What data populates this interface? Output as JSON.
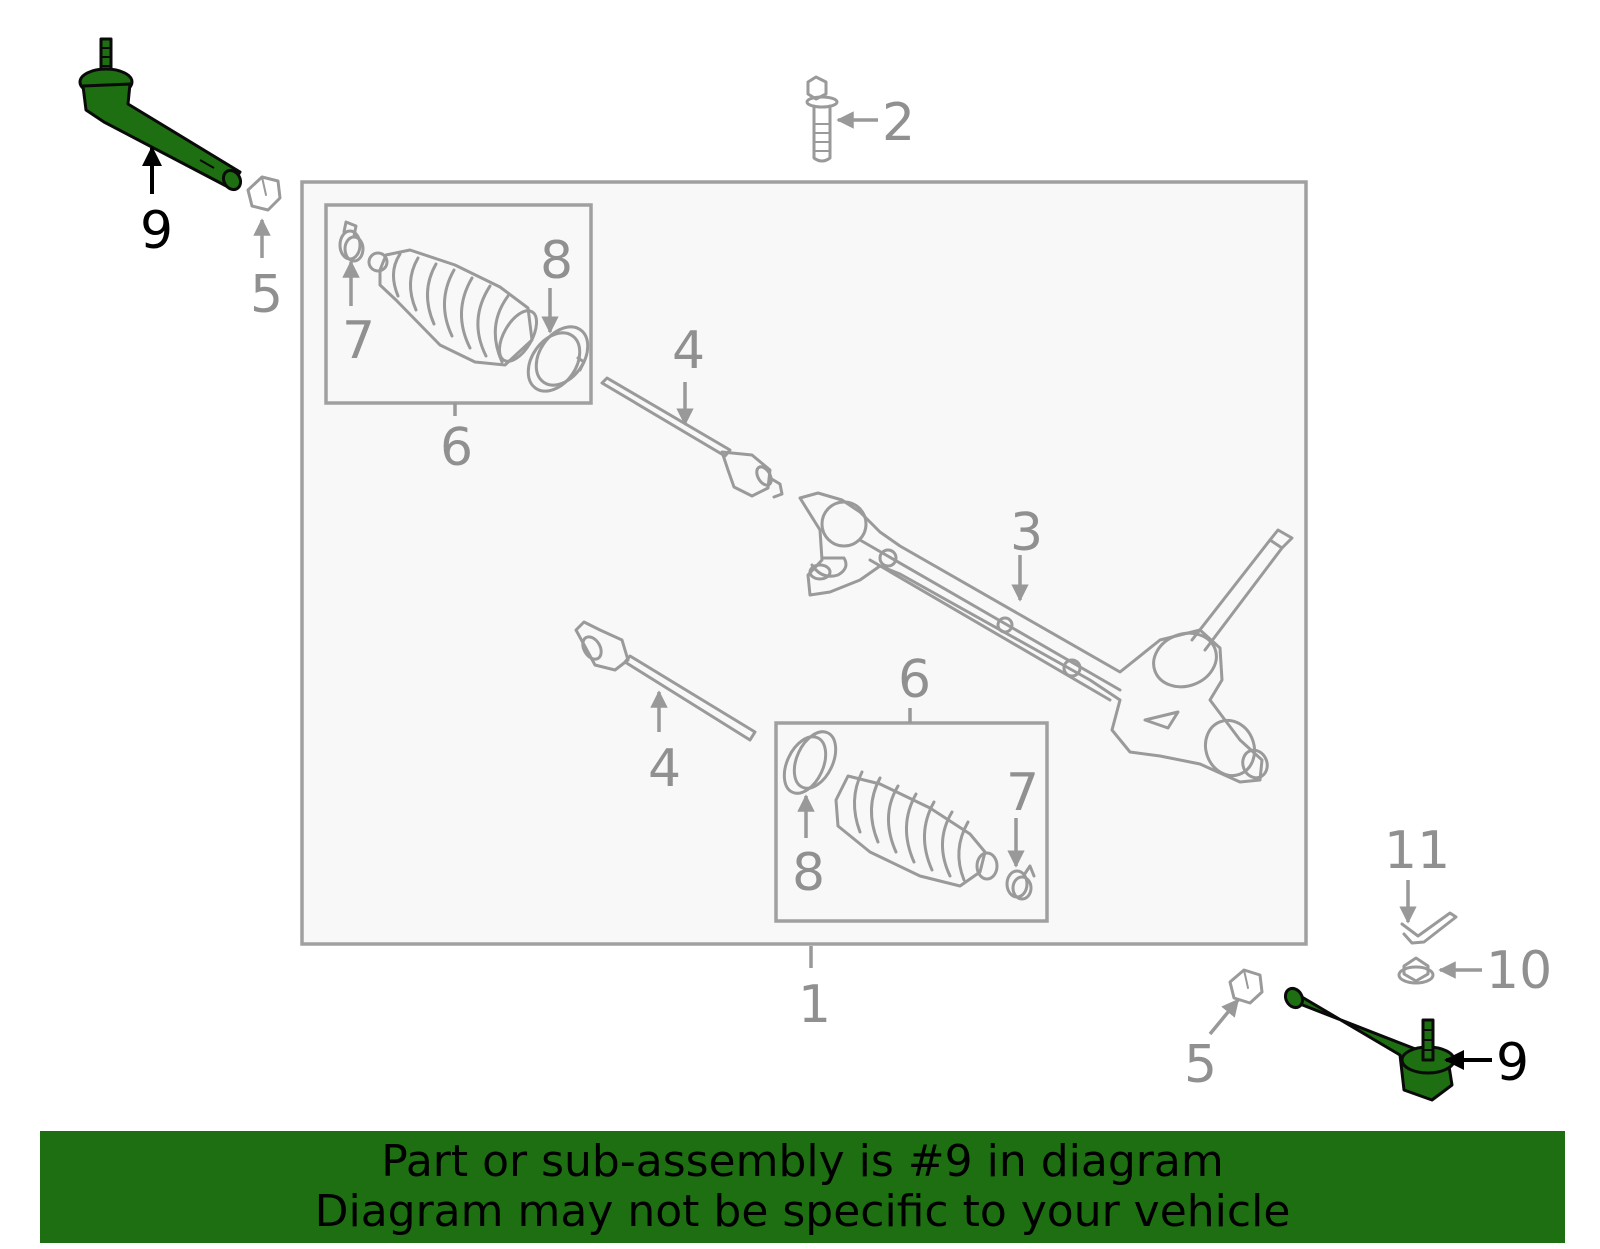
{
  "callouts": {
    "n1": "1",
    "n2": "2",
    "n3": "3",
    "n4a": "4",
    "n4b": "4",
    "n5a": "5",
    "n5b": "5",
    "n6a": "6",
    "n6b": "6",
    "n7a": "7",
    "n7b": "7",
    "n8a": "8",
    "n8b": "8",
    "n9a": "9",
    "n9b": "9",
    "n10": "10",
    "n11": "11"
  },
  "highlight": {
    "part_number": "9",
    "color": "#1e6e12"
  },
  "banner": {
    "line1": "Part or sub-assembly is #9 in diagram",
    "line2": "Diagram may not be specific to your vehicle",
    "color": "#1d6f12"
  }
}
